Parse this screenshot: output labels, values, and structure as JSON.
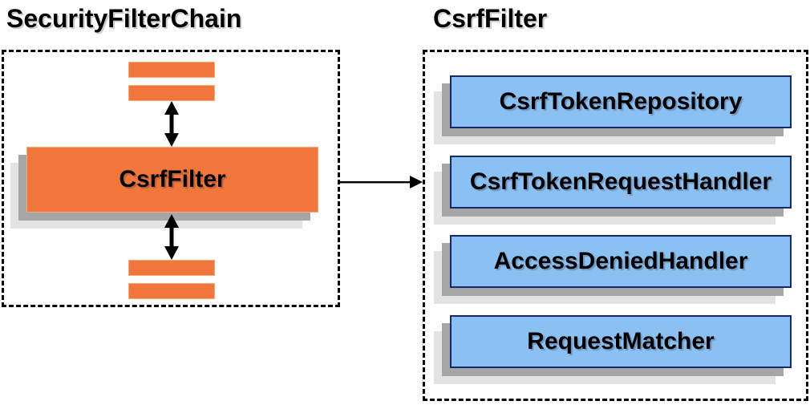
{
  "left_panel": {
    "title": "SecurityFilterChain",
    "filter_box_label": "CsrfFilter"
  },
  "right_panel": {
    "title": "CsrfFilter",
    "components": [
      {
        "label": "CsrfTokenRepository"
      },
      {
        "label": "CsrfTokenRequestHandler"
      },
      {
        "label": "AccessDeniedHandler"
      },
      {
        "label": "RequestMatcher"
      }
    ]
  },
  "colors": {
    "filter_fill": "#F0763C",
    "filter_border": "#F9A878",
    "component_fill": "#8AC1F2",
    "component_border": "#14286E",
    "shadow_dark": "#A6A6A6",
    "shadow_light": "#E3E3E3",
    "dashed_outline": "#000000",
    "arrow": "#000000"
  }
}
